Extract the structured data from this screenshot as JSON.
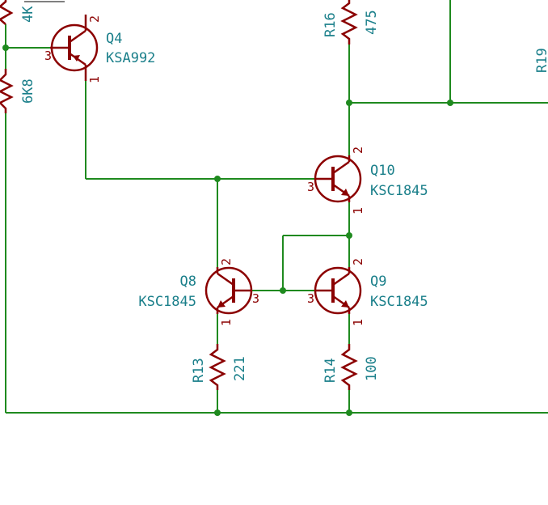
{
  "transistors": {
    "q4": {
      "ref": "Q4",
      "value": "KSA992",
      "pin_b": "3",
      "pin_c": "2",
      "pin_e": "1"
    },
    "q10": {
      "ref": "Q10",
      "value": "KSC1845",
      "pin_b": "3",
      "pin_c": "2",
      "pin_e": "1"
    },
    "q8": {
      "ref": "Q8",
      "value": "KSC1845",
      "pin_b": "3",
      "pin_c": "2",
      "pin_e": "1"
    },
    "q9": {
      "ref": "Q9",
      "value": "KSC1845",
      "pin_b": "3",
      "pin_c": "2",
      "pin_e": "1"
    }
  },
  "resistors": {
    "r16": {
      "ref": "R16",
      "value": "475"
    },
    "r13": {
      "ref": "R13",
      "value": "221"
    },
    "r14": {
      "ref": "R14",
      "value": "100"
    },
    "r_top_left": {
      "ref": "",
      "value": "4K"
    },
    "r_left": {
      "ref": "",
      "value": "6K8"
    },
    "r19": {
      "ref": "R19",
      "value": ""
    }
  },
  "colors": {
    "wire": "#1f8a1f",
    "component": "#8b0000",
    "label": "#1a7f8a"
  }
}
